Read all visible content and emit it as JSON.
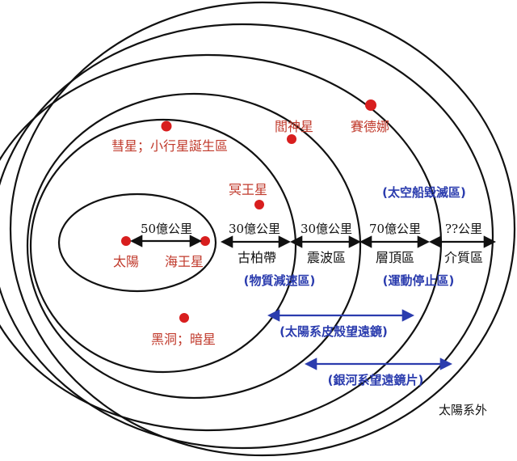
{
  "colors": {
    "outline": "#111111",
    "red_text": "#c0392b",
    "dot": "#d81e1e",
    "blue": "#2b3cae",
    "black_text": "#111111"
  },
  "regions": {
    "r50": "50億公里",
    "r30a": "30億公里",
    "r30b": "30億公里",
    "r70": "70億公里",
    "rq": "??公里",
    "kuiper": "古柏帶",
    "shock": "震波區",
    "heliopause": "層頂區",
    "interstellar": "介質區"
  },
  "bodies": {
    "sun": "太陽",
    "neptune": "海王星",
    "comet": "彗星；小行星誕生區",
    "pluto": "冥王星",
    "hades": "閻神星",
    "sedna": "賽德娜",
    "blackhole": "黑洞；暗星"
  },
  "zones": {
    "decel": "(物質減速區)",
    "stop": "(運動停止區)",
    "destroy": "(太空船毀滅區)",
    "solar_telescope": "(太陽系皮殼望遠鏡)",
    "galaxy_telescope": "(銀河系望遠鏡片)"
  },
  "outside": "太陽系外"
}
